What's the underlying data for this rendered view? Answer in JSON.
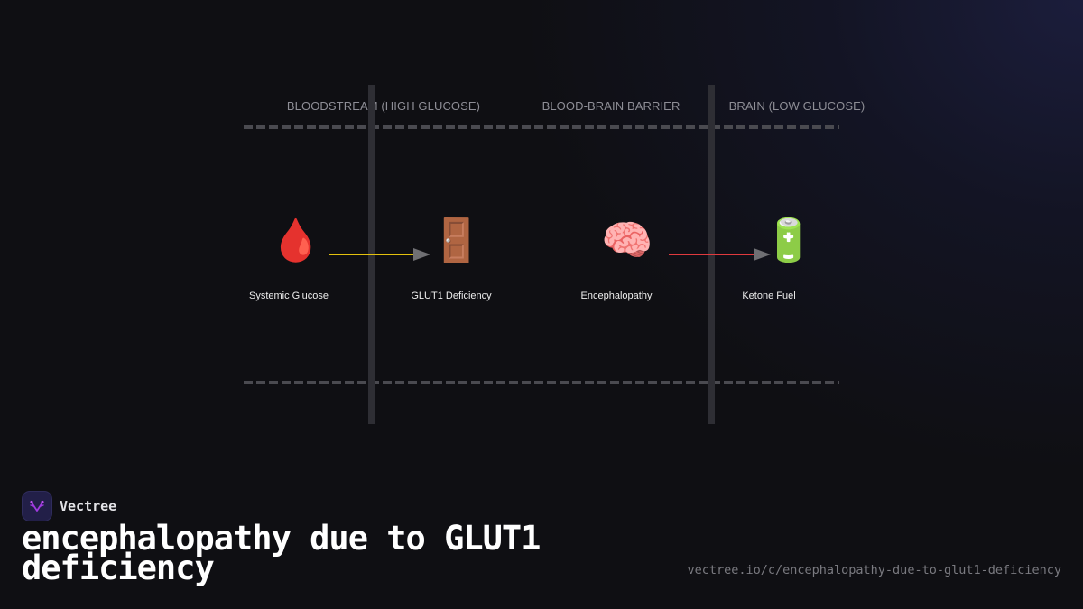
{
  "diagram": {
    "zones": [
      {
        "label": "BLOODSTREAM (HIGH GLUCOSE)"
      },
      {
        "label": "BLOOD-BRAIN BARRIER"
      },
      {
        "label": "BRAIN (LOW GLUCOSE)"
      }
    ],
    "nodes": [
      {
        "label": "Systemic Glucose",
        "icon": "🩸",
        "icon_name": "blood-drop"
      },
      {
        "label": "GLUT1 Deficiency",
        "icon": "🚪",
        "icon_name": "door"
      },
      {
        "label": "Encephalopathy",
        "icon": "🧠",
        "icon_name": "brain"
      },
      {
        "label": "Ketone Fuel",
        "icon": "🔋",
        "icon_name": "battery"
      }
    ],
    "edges": [
      {
        "from": "Systemic Glucose",
        "to": "GLUT1 Deficiency",
        "color": "#e3c10e"
      },
      {
        "from": "Encephalopathy",
        "to": "Ketone Fuel",
        "color": "#e03a3e"
      }
    ]
  },
  "brand": {
    "name": "Vectree",
    "accent": "#a13be0"
  },
  "title": "encephalopathy due to GLUT1 deficiency",
  "url": "vectree.io/c/encephalopathy-due-to-glut1-deficiency"
}
